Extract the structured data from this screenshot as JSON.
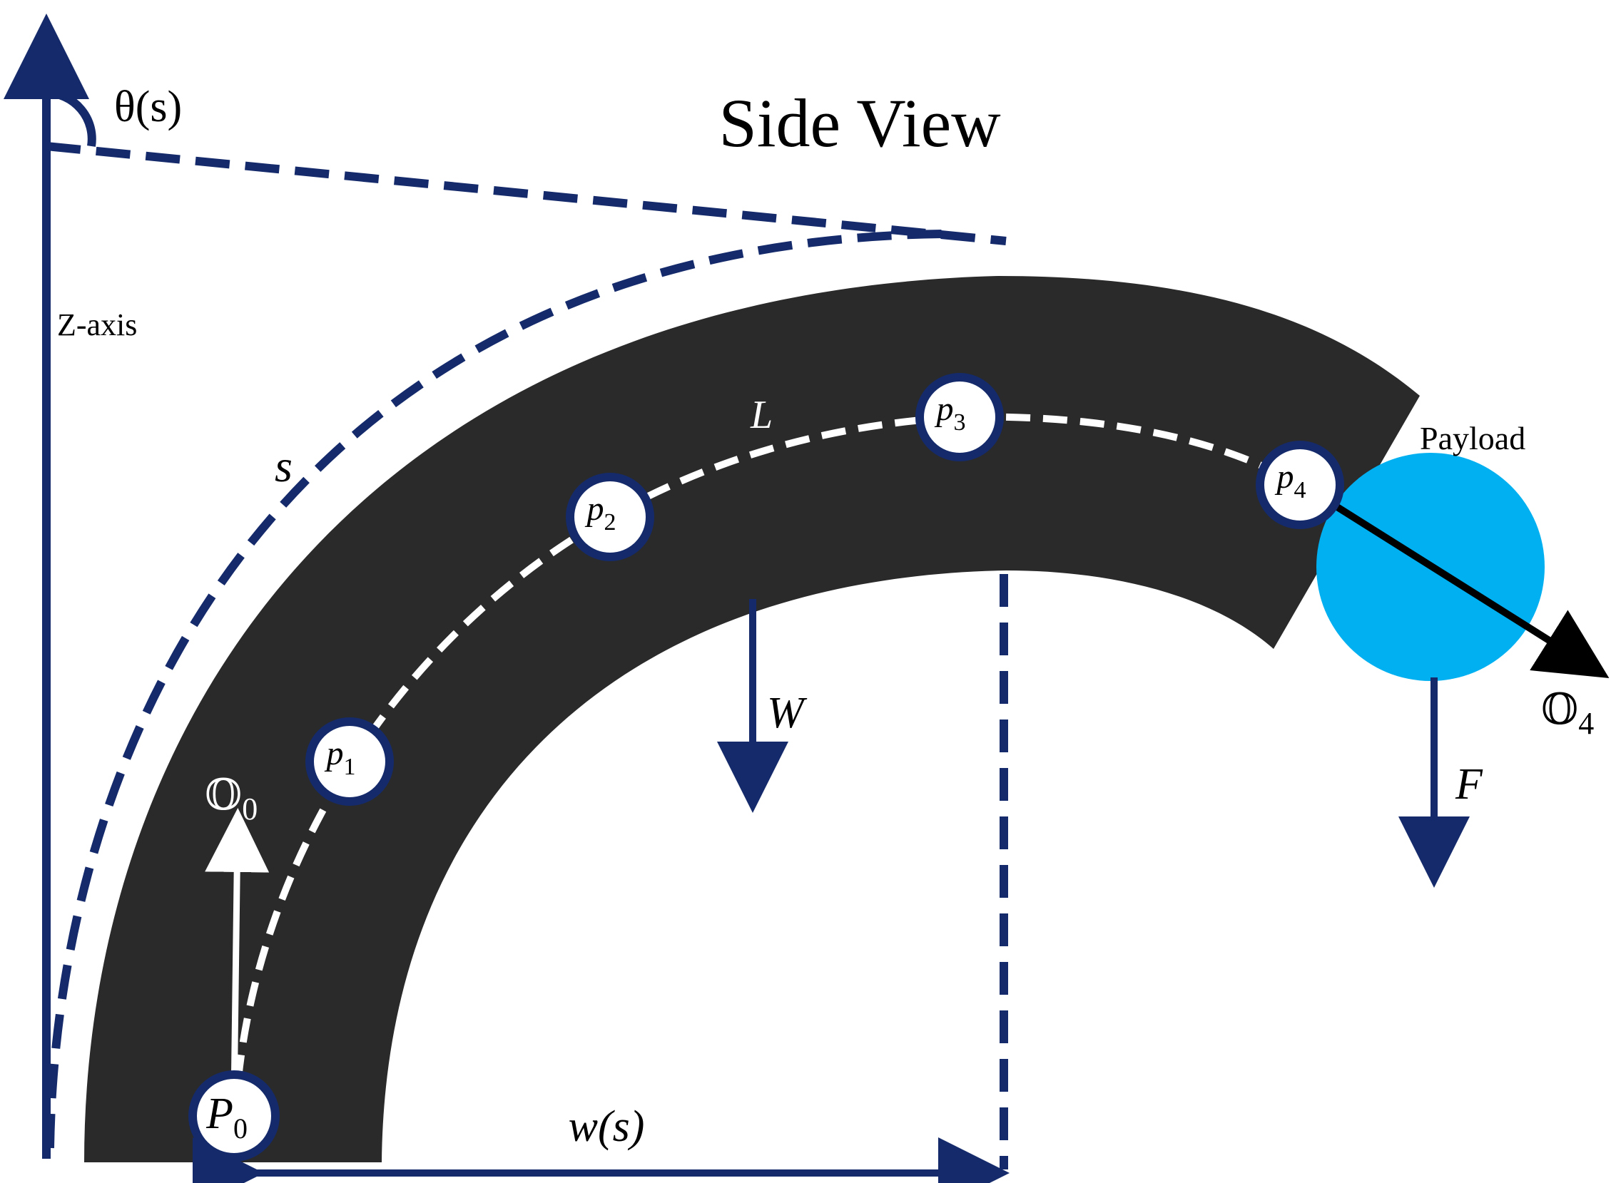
{
  "title": "Side View",
  "labels": {
    "theta": "θ(s)",
    "z_axis": "Z-axis",
    "arc_length": "s",
    "length": "L",
    "weight": "W",
    "force": "F",
    "payload": "Payload",
    "width_function": "w(s)",
    "frame_start": "𝕆",
    "frame_start_sub": "0",
    "frame_end": "𝕆",
    "frame_end_sub": "4",
    "base_point": "P",
    "base_point_sub": "0"
  },
  "nodes": [
    {
      "label": "p",
      "sub": "1"
    },
    {
      "label": "p",
      "sub": "2"
    },
    {
      "label": "p",
      "sub": "3"
    },
    {
      "label": "p",
      "sub": "4"
    }
  ],
  "colors": {
    "navy": "#142a6b",
    "body": "#2b2b2b",
    "payload": "#00b0f0",
    "white": "#ffffff",
    "black": "#000000"
  }
}
